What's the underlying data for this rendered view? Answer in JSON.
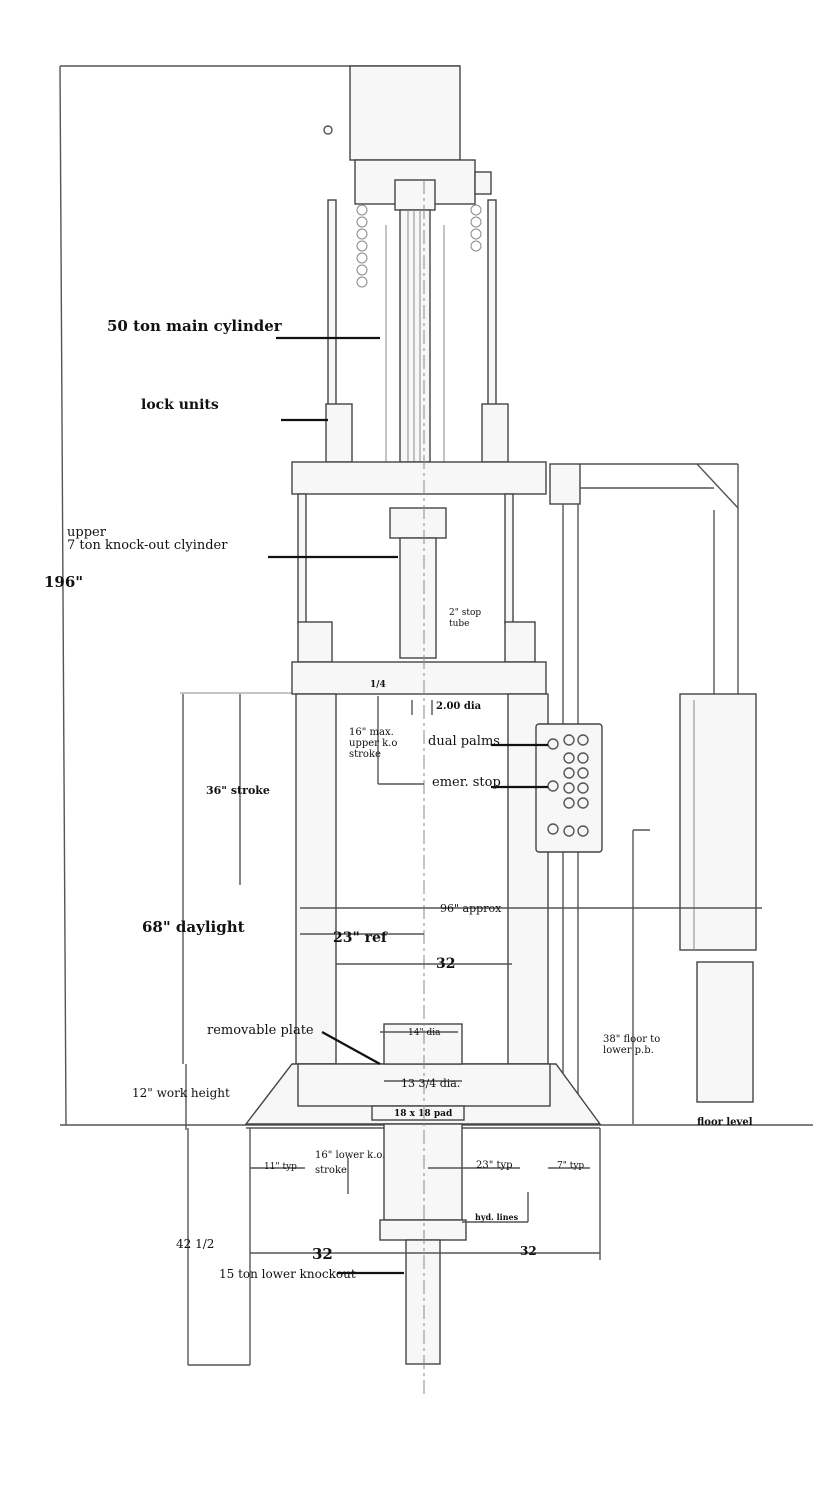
{
  "labels": {
    "main_cylinder": "50 ton main cylinder",
    "lock_units": "lock units",
    "upper_ko_line1": "upper",
    "upper_ko_line2": "7 ton knock-out clyinder",
    "overall_height": "196\"",
    "stop_tube_line1": "2\" stop",
    "stop_tube_line2": "tube",
    "quarter": "1/4",
    "rod_dia": "2.00 dia",
    "upper_stroke_line1": "16\" max.",
    "upper_stroke_line2": "upper k.o",
    "upper_stroke_line3": "stroke",
    "dual_palms": "dual palms",
    "emer_stop": "emer. stop",
    "stroke": "36\" stroke",
    "width_approx": "96\" approx",
    "daylight": "68\" daylight",
    "ref": "23\" ref",
    "between_posts": "32",
    "plate_dia": "14\" dia",
    "removable_plate": "removable plate",
    "floor_to_pb_line1": "38\" floor to",
    "floor_to_pb_line2": "lower p.b.",
    "bolster_dia": "13 3/4 dia.",
    "work_height": "12\" work height",
    "pad": "18 x 18 pad",
    "floor_level": "floor level",
    "lower_stroke_line1": "16\" lower k.o.",
    "lower_stroke_line2": "stroke",
    "left_typ": "11\" typ",
    "center_typ": "23\" typ",
    "right_typ": "7\" typ",
    "pit_depth": "42 1/2",
    "hyd_lines": "hyd. lines",
    "pit_left": "32",
    "pit_right": "32",
    "lower_ko": "15 ton lower knockout"
  }
}
